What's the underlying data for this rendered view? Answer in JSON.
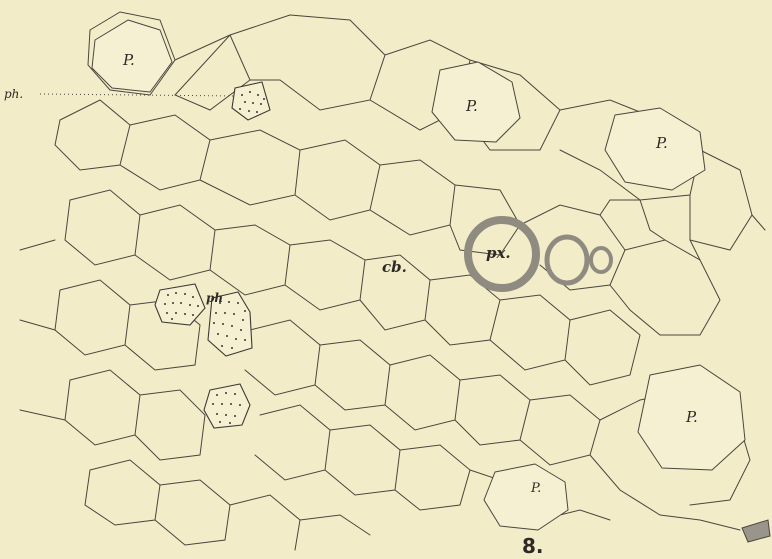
{
  "labels": {
    "parenchyma": "P.",
    "phloem": "ph.",
    "phloem_inline": "ph",
    "cambium": "cb.",
    "protoxylem": "px."
  },
  "figure_number": "8."
}
